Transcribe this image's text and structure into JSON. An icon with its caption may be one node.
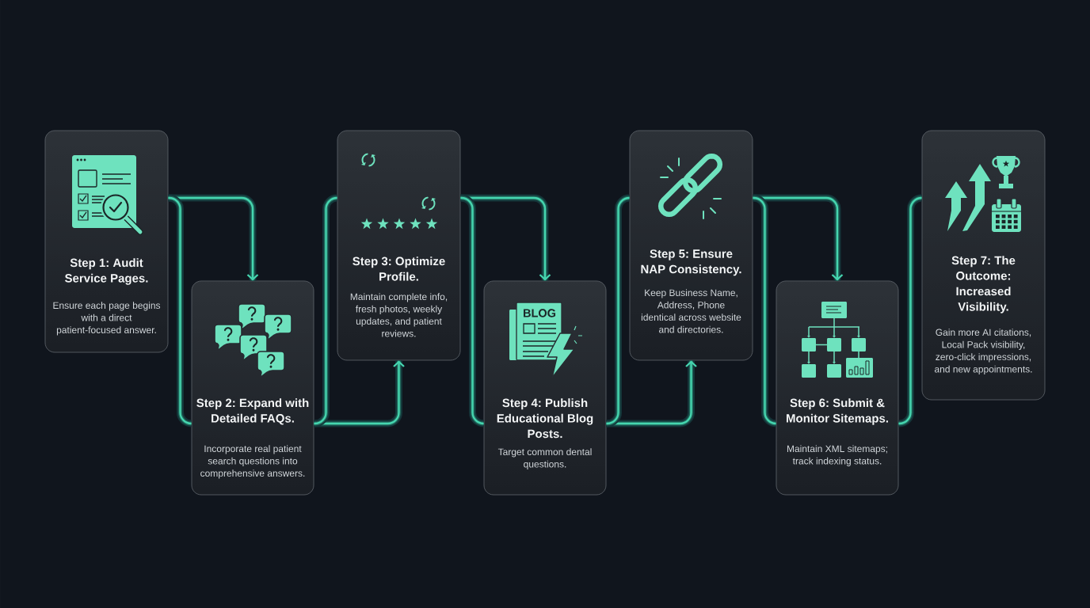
{
  "diagram": {
    "nodes": [
      {
        "text": [
          "Step 1: Audit Service Pages.",
          "Ensure each page begins with a direct patient-focused answer."
        ]
      },
      {
        "text": [
          "Step 2: Expand with Detailed FAQs.",
          "Incorporate real patient search questions into comprehensive answers."
        ]
      },
      {
        "text": [
          "Step 3: Optimize Profile.",
          "Maintain complete info, fresh photos, weekly updates, and patient reviews."
        ]
      },
      {
        "text": [
          "Step 4: Publish Educational Blog Posts.",
          "Target common dental questions."
        ]
      },
      {
        "text": [
          "Step 5: Ensure NAP Consistency.",
          "Keep Business Name, Address, Phone identical across website and directories."
        ]
      },
      {
        "text": [
          "Step 6: Submit & Monitor Sitemaps.",
          "Maintain XML sitemaps; track indexing status."
        ]
      },
      {
        "text": [
          "Step 7: The Outcome: Increased Visibility.",
          "Gain more AI citations, Local Pack visibility, zero-click impressions, and new appointments."
        ]
      }
    ],
    "edges": [
      {
        "from": 0,
        "to": 1,
        "arrow": "to"
      },
      {
        "from": 0,
        "to": 1,
        "arrow": "none"
      },
      {
        "from": 1,
        "to": 2,
        "arrow": "to"
      },
      {
        "from": 1,
        "to": 2,
        "arrow": "none"
      },
      {
        "from": 2,
        "to": 3,
        "arrow": "to"
      },
      {
        "from": 2,
        "to": 3,
        "arrow": "none"
      },
      {
        "from": 3,
        "to": 4,
        "arrow": "to"
      },
      {
        "from": 3,
        "to": 4,
        "arrow": "none"
      },
      {
        "from": 4,
        "to": 5,
        "arrow": "to"
      },
      {
        "from": 4,
        "to": 5,
        "arrow": "none"
      },
      {
        "from": 5,
        "to": 6,
        "arrow": "none"
      }
    ],
    "labels": [
      "BLOG"
    ]
  }
}
